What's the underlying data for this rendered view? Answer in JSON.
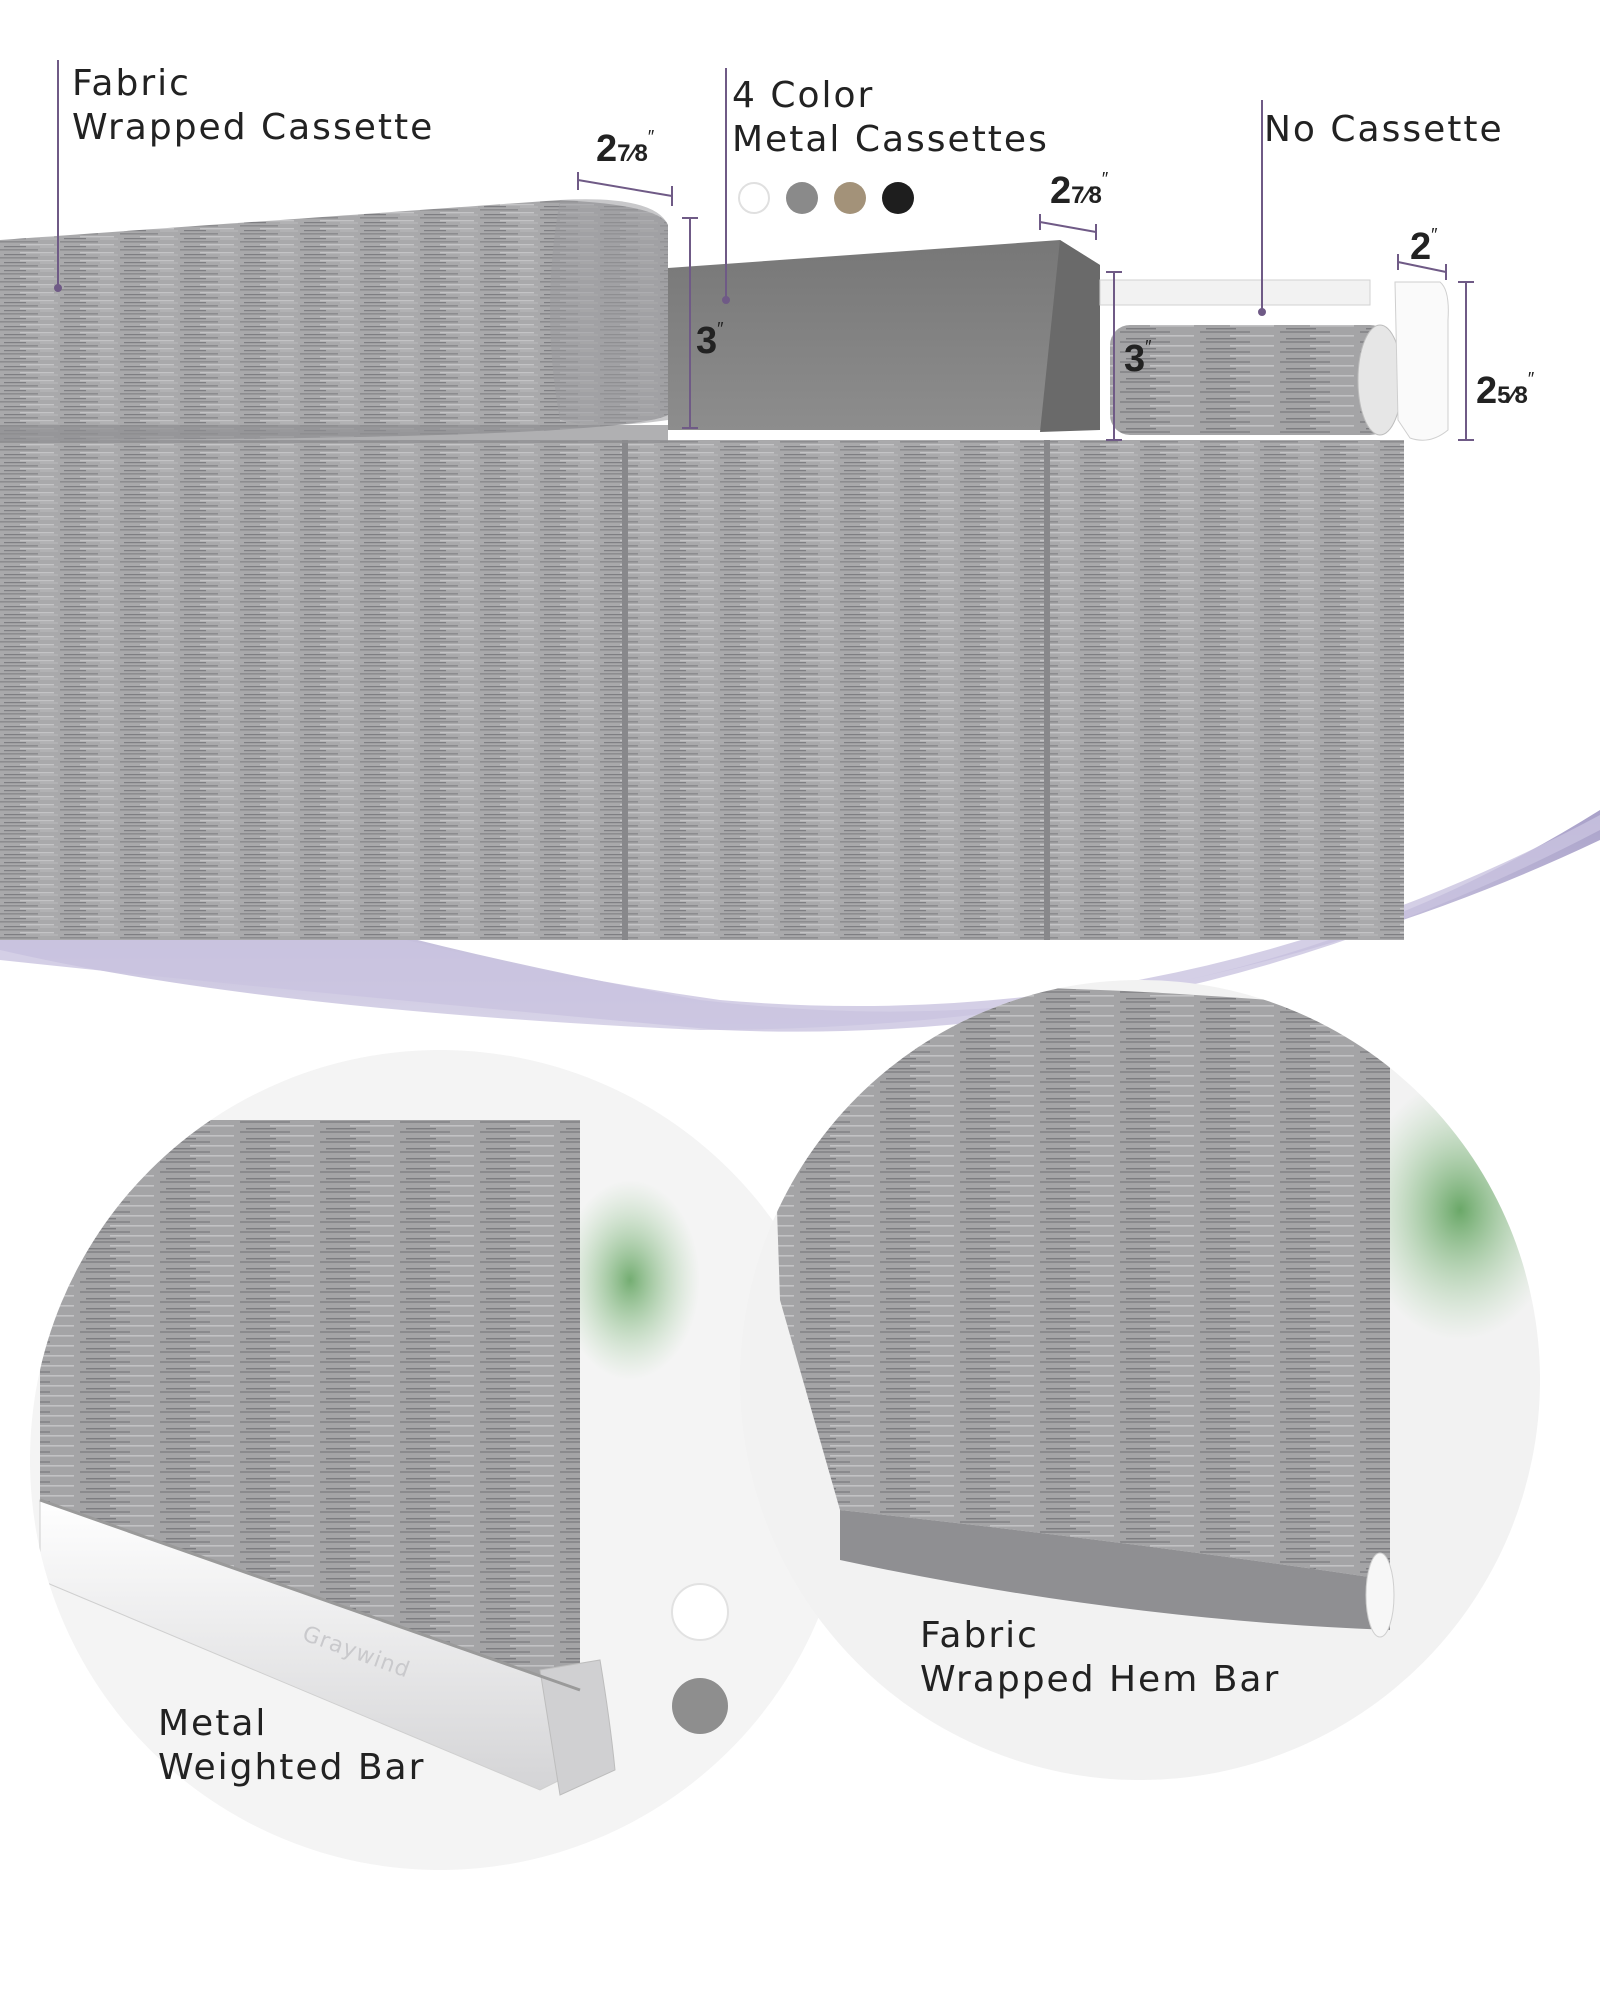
{
  "labels": {
    "fabric_cassette_line1": "Fabric",
    "fabric_cassette_line2": "Wrapped Cassette",
    "metal_cassettes_line1": "4 Color",
    "metal_cassettes_line2": "Metal Cassettes",
    "no_cassette": "No Cassette",
    "metal_bar_line1": "Metal",
    "metal_bar_line2": "Weighted Bar",
    "hem_bar_line1": "Fabric",
    "hem_bar_line2": "Wrapped Hem Bar",
    "brand_on_bar": "Graywind"
  },
  "dimensions": {
    "fabric_cassette_depth": {
      "whole": "2",
      "frac": "7⁄8",
      "mark": "″"
    },
    "fabric_cassette_height": {
      "whole": "3",
      "frac": "",
      "mark": "″"
    },
    "metal_cassette_depth": {
      "whole": "2",
      "frac": "7⁄8",
      "mark": "″"
    },
    "metal_cassette_height": {
      "whole": "3",
      "frac": "",
      "mark": "″"
    },
    "no_cassette_depth": {
      "whole": "2",
      "frac": "",
      "mark": "″"
    },
    "no_cassette_height": {
      "whole": "2",
      "frac": "5⁄8",
      "mark": "″"
    }
  },
  "cassette_colors": [
    "#ffffff",
    "#8a8a8a",
    "#a39279",
    "#1e1e1e"
  ],
  "bar_colors": [
    "#ffffff",
    "#8e8e8e"
  ],
  "colors": {
    "accent_purple": "#b7b0d1",
    "leader_line": "#6f5a86",
    "fabric_gray": "#a8a8aa"
  }
}
